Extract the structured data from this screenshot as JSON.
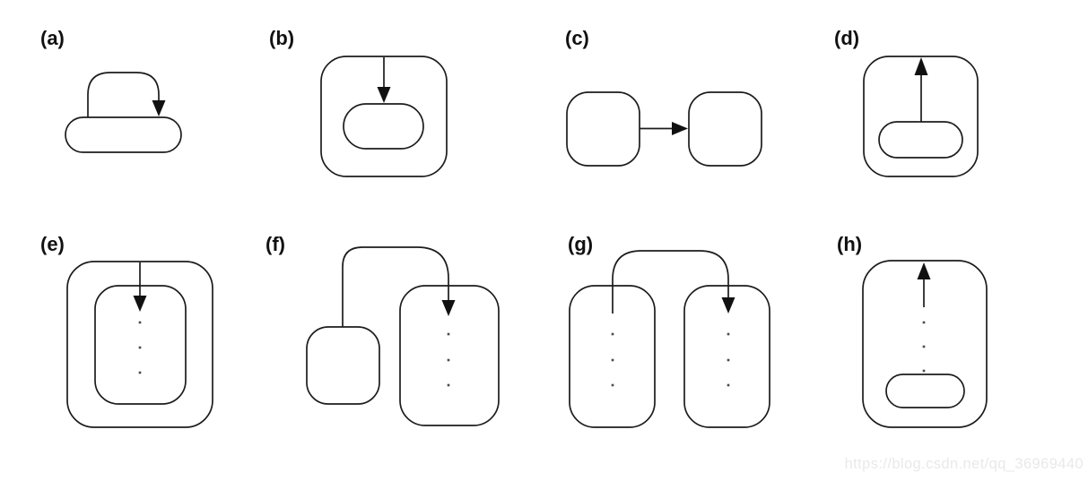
{
  "figure": {
    "panels": [
      {
        "label": "(a)"
      },
      {
        "label": "(b)"
      },
      {
        "label": "(c)"
      },
      {
        "label": "(d)"
      },
      {
        "label": "(e)"
      },
      {
        "label": "(f)"
      },
      {
        "label": "(g)"
      },
      {
        "label": "(h)"
      }
    ],
    "watermark": {
      "text": "https://blog.csdn.net/qq_36969440",
      "color": "#e9e9ec"
    },
    "colors": {
      "background": "#ffffff",
      "stroke": "#1c1c1c",
      "arrowhead": "#111111",
      "dot": "#4a4a4a"
    }
  }
}
